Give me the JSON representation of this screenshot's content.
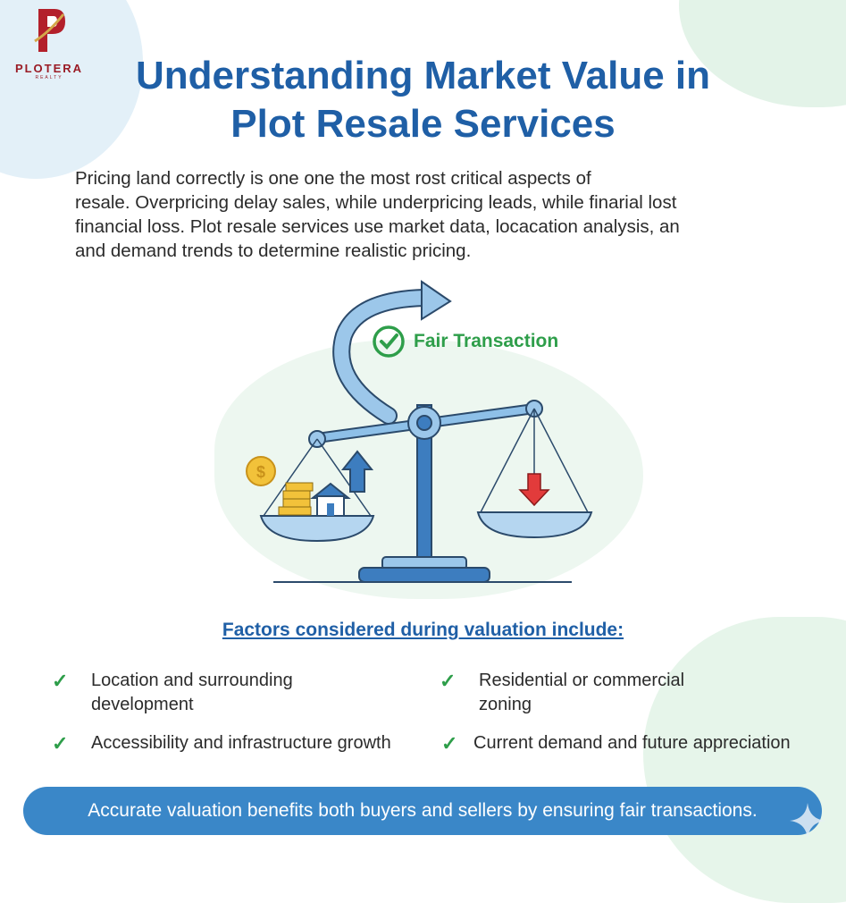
{
  "logo": {
    "name": "PLOTERA",
    "sub": "REALTY"
  },
  "title": {
    "line1": "Understanding Market Value in",
    "line2": "Plot Resale Services"
  },
  "intro": {
    "lines": [
      "Pricing land correctly is  one one the most rost critical aspects of",
      "resale. Overpricing  delay sales, while underpricing leads, while finarial lost",
      "financial loss. Plot resale services use market data,  locacation analysis, an",
      "and demand trends to determine realistic pricing."
    ]
  },
  "illustration": {
    "badge_label": "Fair Transaction",
    "coin_symbol": "$"
  },
  "factors": {
    "heading": "Factors considered during valuation include:",
    "items": [
      {
        "line1": "Location and surrounding",
        "line2": "development"
      },
      {
        "line1": "Residential or commercial",
        "line2": "zoning"
      },
      {
        "line1": "Accessibility and infrastructure growth",
        "line2": ""
      },
      {
        "line1": "Current demand and future appreciation",
        "line2": ""
      }
    ],
    "check_glyph": "✓"
  },
  "banner": {
    "text": "Accurate valuation benefits both buyers and sellers by ensuring fair transactions."
  },
  "colors": {
    "primary": "#1f5fa6",
    "accent_green": "#2e9e4a",
    "banner": "#3a87c8",
    "brand_red": "#9a1b25"
  }
}
